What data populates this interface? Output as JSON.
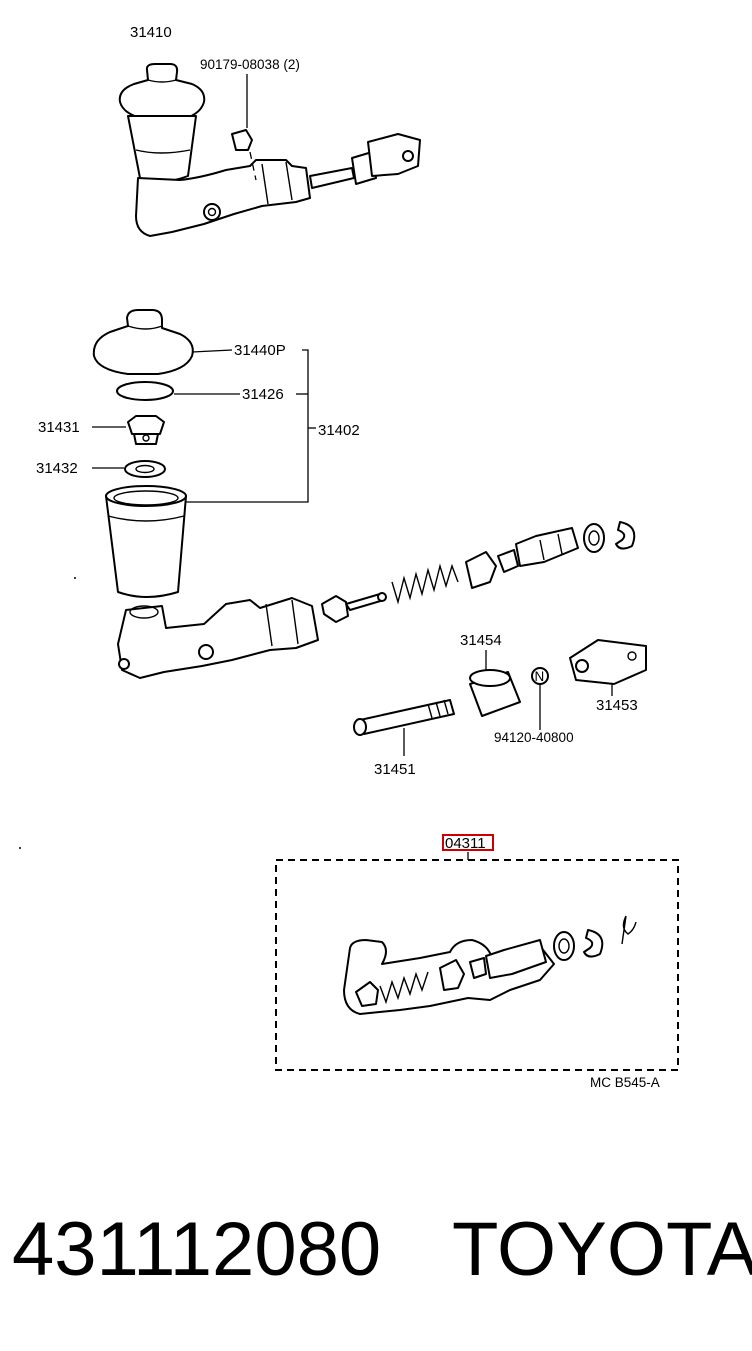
{
  "labels": {
    "p31410": "31410",
    "p90179": "90179-08038 (2)",
    "p31440p": "31440P",
    "p31426": "31426",
    "p31431": "31431",
    "p31402": "31402",
    "p31432": "31432",
    "p31454": "31454",
    "p31453": "31453",
    "p94120": "94120-40800",
    "p31451": "31451",
    "kit": "04311",
    "ref": "MC  B545-A",
    "note_n": "N"
  },
  "colors": {
    "kit_highlight": "#cc0000",
    "ink": "#000000"
  },
  "footer": {
    "part_number": "431112080",
    "brand": "TOYOTA"
  }
}
